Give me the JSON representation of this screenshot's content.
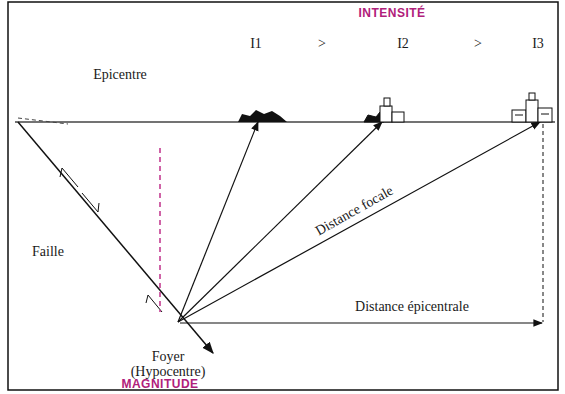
{
  "diagram": {
    "labels": [
      "INTENSITÉ",
      "I1",
      ">",
      "I2",
      ">",
      "I3",
      "Epicentre",
      "Distance focale",
      "Faille",
      "Distance épicentrale",
      "Foyer (Hypocentre)",
      "MAGNITUDE"
    ]
  }
}
